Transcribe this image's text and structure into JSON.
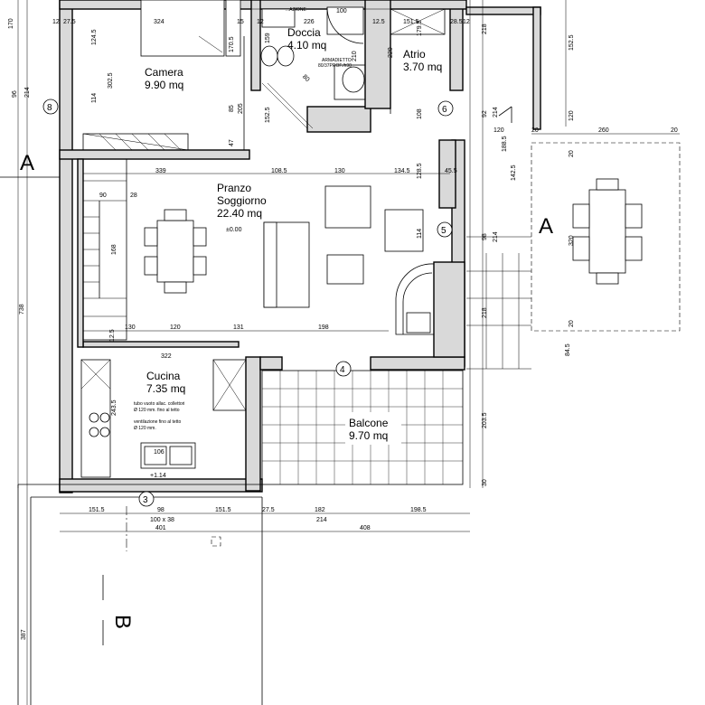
{
  "rooms": {
    "camera": {
      "name": "Camera",
      "area": "9.90 mq"
    },
    "doccia": {
      "name": "Doccia",
      "area": "4.10 mq"
    },
    "atrio": {
      "name": "Atrio",
      "area": "3.70 mq"
    },
    "pranzo": {
      "name1": "Pranzo",
      "name2": "Soggiorno",
      "area": "22.40 mq",
      "level": "±0.00"
    },
    "cucina": {
      "name": "Cucina",
      "area": "7.35 mq",
      "note1": "tubo vuoto allac. collettori",
      "note2": "Ø 120 mm. fino al tetto",
      "note3": "ventilazione fino al tetto",
      "note4": "Ø 120 mm."
    },
    "balcone": {
      "name": "Balcone",
      "area": "9.70 mq"
    }
  },
  "sections": {
    "a_left": "A",
    "a_right": "A",
    "b": "B"
  },
  "markers": [
    "8",
    "6",
    "5",
    "4",
    "3"
  ],
  "wardrobe_note": {
    "line1": "ARMADIETTO",
    "line2": "80/37PROF./h90",
    "line3": "...AZIONE"
  },
  "dimensions": {
    "top": [
      "12",
      "27.5",
      "324",
      "15",
      "12",
      "226",
      "12.5",
      "151.5",
      "28.5",
      "12"
    ],
    "bottom_row1": [
      "151.5",
      "98",
      "151.5",
      "27.5",
      "182",
      "198.5"
    ],
    "bottom_row2": [
      "100 x 38",
      "214"
    ],
    "bottom_row3": [
      "401",
      "408"
    ],
    "left": [
      "170",
      "124.5",
      "302.5",
      "96",
      "214",
      "114",
      "738"
    ],
    "interior": [
      "339",
      "108.5",
      "130",
      "134.5",
      "45.5",
      "120",
      "131",
      "198",
      "322",
      "90",
      "28",
      "168",
      "130",
      "12.5",
      "170.5",
      "159",
      "80",
      "210",
      "100",
      "85",
      "205",
      "47",
      "152.5",
      "220",
      "179.5",
      "108",
      "218",
      "92",
      "214",
      "128.5",
      "114",
      "98",
      "218",
      "203.5",
      "30",
      "84.5",
      "106",
      "+1.14",
      "243.5"
    ],
    "right": [
      "120",
      "20",
      "260",
      "20",
      "20",
      "320",
      "20",
      "142.5",
      "188.5",
      "214",
      "152.5",
      "120"
    ],
    "b_side": "387"
  }
}
